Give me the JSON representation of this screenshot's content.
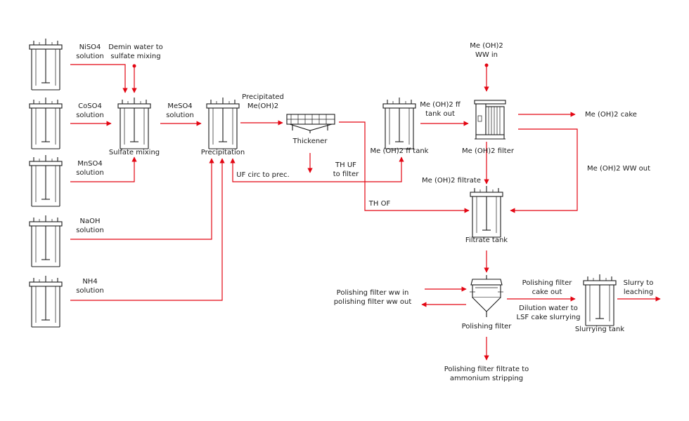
{
  "diagram": {
    "tanks": {
      "niso4_tank": "",
      "coso4_tank": "",
      "mnso4_tank": "",
      "naoh_tank": "",
      "nh4_tank": "",
      "sulfate_mixing": "Sulfate mixing",
      "precipitation": "Precipitation",
      "ff_tank": "Me (OH)2 ff tank",
      "filtrate_tank": "Filtrate tank",
      "slurrying_tank": "Slurrying tank"
    },
    "equipment": {
      "thickener": "Thickener",
      "filter": "Me (OH)2 filter",
      "polishing_filter": "Polishing filter"
    },
    "streams": {
      "niso4": [
        "NiSO4",
        "solution"
      ],
      "demin": [
        "Demin water to",
        "sulfate mixing"
      ],
      "coso4": [
        "CoSO4",
        "solution"
      ],
      "mnso4": [
        "MnSO4",
        "solution"
      ],
      "naoh": [
        "NaOH",
        "solution"
      ],
      "nh4": [
        "NH4",
        "solution"
      ],
      "meso4": [
        "MeSO4",
        "solution"
      ],
      "precipitated": [
        "Precipitated",
        "Me(OH)2"
      ],
      "uf_circ": [
        "UF circ to prec."
      ],
      "th_uf": [
        "TH UF",
        "to filter"
      ],
      "th_of": [
        "TH OF"
      ],
      "ww_in": [
        "Me (OH)2",
        "WW in"
      ],
      "ff_out": [
        "Me (OH)2 ff",
        "tank out"
      ],
      "cake": [
        "Me (OH)2 cake"
      ],
      "ww_out": [
        "Me (OH)2 WW out"
      ],
      "filtrate": [
        "Me (OH)2 filtrate"
      ],
      "pf_ww": [
        "Polishing filter ww in",
        "polishing filter ww out"
      ],
      "pf_cake": [
        "Polishing filter",
        "cake out"
      ],
      "dilution": [
        "Dilution water to",
        "LSF cake slurrying"
      ],
      "pf_filtrate": [
        "Polishing filter filtrate to",
        "ammonium stripping"
      ],
      "slurry": [
        "Slurry to",
        "leaching"
      ]
    },
    "colors": {
      "flow": "#e30613",
      "equipment": "#1a1a1a"
    }
  }
}
